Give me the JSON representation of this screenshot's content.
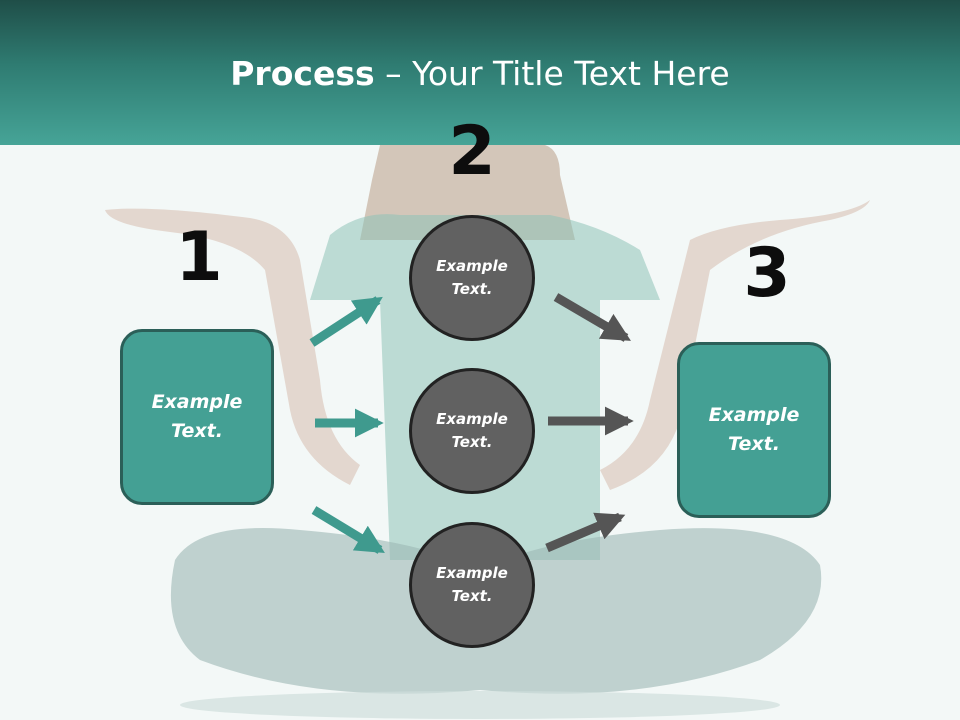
{
  "header": {
    "title_bold": "Process",
    "title_rest": " – Your Title Text Here"
  },
  "steps": {
    "num1": "1",
    "num2": "2",
    "num3": "3"
  },
  "left_box": {
    "line1": "Example",
    "line2": "Text."
  },
  "right_box": {
    "line1": "Example",
    "line2": "Text."
  },
  "circles": [
    {
      "line1": "Example",
      "line2": "Text."
    },
    {
      "line1": "Example",
      "line2": "Text."
    },
    {
      "line1": "Example",
      "line2": "Text."
    }
  ],
  "colors": {
    "header_dark": "#1f4e48",
    "header_light": "#46a497",
    "box_fill": "#44a094",
    "box_border": "#2b5f58",
    "circle_fill": "#616161",
    "teal_arrow": "#3f9a8e",
    "gray_arrow": "#555555"
  }
}
